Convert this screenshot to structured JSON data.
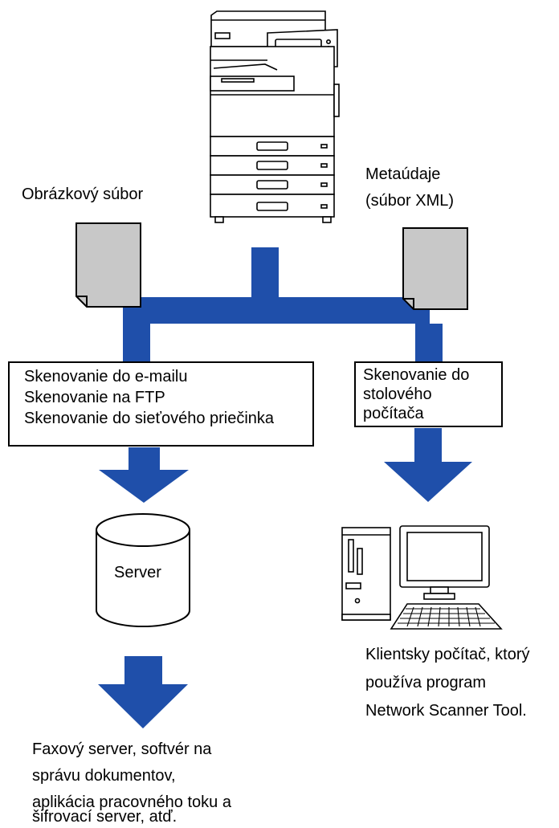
{
  "labels": {
    "image_file": "Obrázkový súbor",
    "metadata_line1": "Metaúdaje",
    "metadata_line2": "(súbor XML)",
    "server": "Server"
  },
  "left_box": {
    "lines": [
      "Skenovanie do e-mailu",
      "Skenovanie na FTP",
      "Skenovanie do sieťového priečinka"
    ]
  },
  "right_box": {
    "lines": [
      "Skenovanie do",
      "stolového",
      "počítača"
    ]
  },
  "client_caption": {
    "lines": [
      "Klientsky počítač, ktorý",
      "používa program",
      "Network Scanner Tool."
    ]
  },
  "downstream_caption": {
    "lines": [
      "Faxový server, softvér na",
      "správu dokumentov,",
      "aplikácia pracovného toku a",
      "šifrovací server, atď."
    ]
  },
  "colors": {
    "flow_blue": "#1f4faa",
    "document_gray": "#c8c8c8",
    "line_black": "#000000"
  }
}
